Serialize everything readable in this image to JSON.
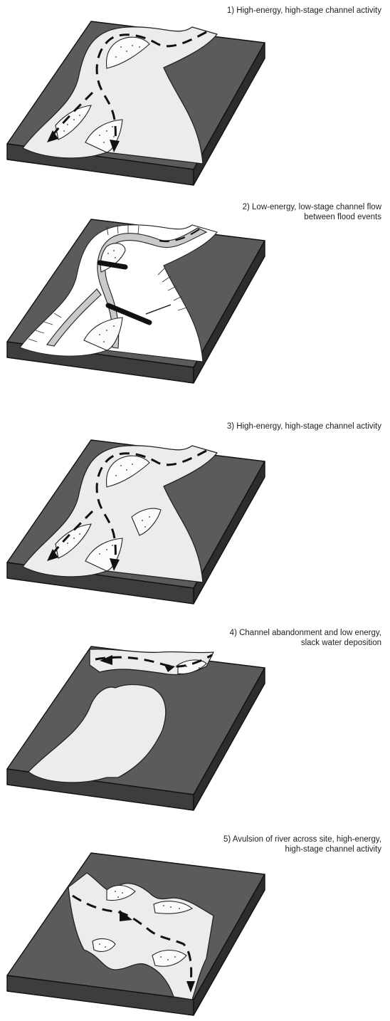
{
  "panels": [
    {
      "caption_line1": "1) High-energy, high-stage channel activity",
      "caption_line2": ""
    },
    {
      "caption_line1": "2) Low-energy, low-stage channel flow",
      "caption_line2": "between flood events"
    },
    {
      "caption_line1": "3) High-energy, high-stage channel activity",
      "caption_line2": ""
    },
    {
      "caption_line1": "4) Channel  abandonment and low energy,",
      "caption_line2": "slack water deposition"
    },
    {
      "caption_line1": "5) Avulsion of river across site, high-energy,",
      "caption_line2": "high-stage channel activity"
    }
  ],
  "colors": {
    "block_top": "#5b5b5b",
    "block_front": "#3d3d3d",
    "channel_fill": "#ececec",
    "low_flow": "#c9c9c9",
    "bar_fill": "#fbfbfb"
  }
}
